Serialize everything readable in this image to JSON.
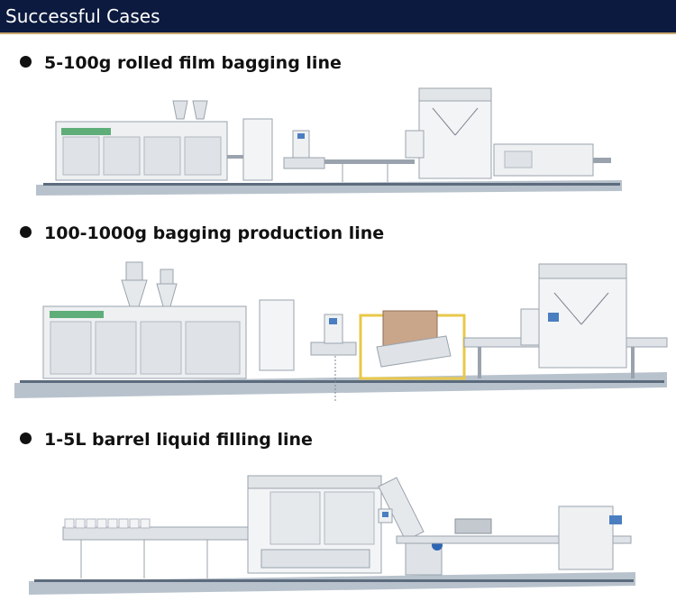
{
  "header": {
    "title": "Successful Cases"
  },
  "cases": [
    {
      "label": "5-100g rolled film bagging line"
    },
    {
      "label": "100-1000g bagging production line"
    },
    {
      "label": "1-5L barrel liquid filling line"
    }
  ],
  "colors": {
    "header_bg": "#0b1a3e",
    "header_accent": "#c9a66b",
    "machine_body": "#eef0f2",
    "machine_stroke": "#9aa3ad",
    "floor": "#7d8fa3",
    "hopper_panel": "#e8c84a"
  },
  "icons": [
    "bullet-dot-icon"
  ]
}
